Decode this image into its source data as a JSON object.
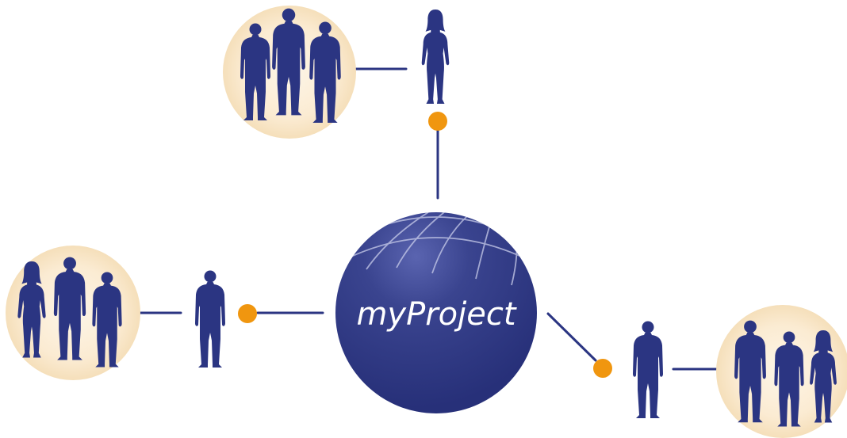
{
  "globe": {
    "label": "myProject"
  },
  "colors": {
    "primary": "#2b3582",
    "accent": "#f0960f",
    "halo": "#f7e3c0",
    "halo_center": "#fdf6e8",
    "globe_highlight": "#4f5aa8"
  },
  "nodes": [
    {
      "id": "top",
      "contact_icon": "woman-silhouette-icon",
      "group_icon": "group-of-three-people-icon"
    },
    {
      "id": "left",
      "contact_icon": "man-silhouette-icon",
      "group_icon": "group-of-three-people-icon"
    },
    {
      "id": "right",
      "contact_icon": "man-silhouette-icon",
      "group_icon": "group-of-three-people-icon"
    }
  ]
}
